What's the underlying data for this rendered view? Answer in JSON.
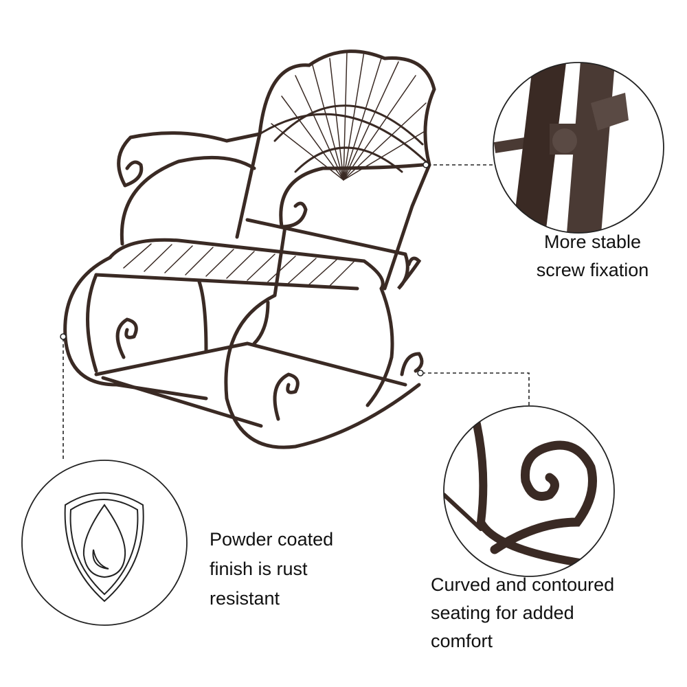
{
  "colors": {
    "metal": "#3a2a24",
    "text": "#111111",
    "line": "#222222"
  },
  "callouts": {
    "screw": {
      "lines": [
        "More stable",
        "screw fixation"
      ],
      "icon": "screw-closeup"
    },
    "coating": {
      "lines": [
        "Powder coated",
        "finish is rust",
        "resistant"
      ],
      "icon": "shield-water-drop-icon"
    },
    "seating": {
      "lines": [
        "Curved and contoured",
        "seating for added",
        "comfort"
      ],
      "icon": "scroll-closeup"
    }
  }
}
